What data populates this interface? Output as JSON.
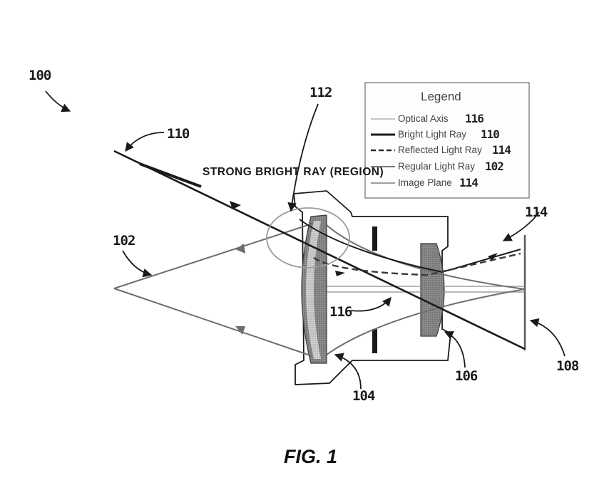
{
  "figure": {
    "caption": "FIG. 1",
    "annotation": "STRONG BRIGHT RAY (REGION)",
    "refs": {
      "system": "100",
      "regular_ray": "102",
      "first_lens": "104",
      "second_lens": "106",
      "image_plane": "108",
      "bright_ray": "110",
      "strong_region": "112",
      "reflected_ray": "114",
      "optical_axis": "116"
    }
  },
  "legend": {
    "title": "Legend",
    "items": [
      {
        "label": "Optical Axis",
        "number": "116"
      },
      {
        "label": "Bright Light Ray",
        "number": "110"
      },
      {
        "label": "Reflected Light Ray",
        "number": "114"
      },
      {
        "label": "Regular Light Ray",
        "number": "102"
      },
      {
        "label": "Image Plane",
        "number": "114"
      }
    ]
  },
  "colors": {
    "ink": "#1a1a1a",
    "gray_ray": "#6e6e6e",
    "lens_fill": "#8a8a8a",
    "lens_light": "#c2c2c2"
  }
}
